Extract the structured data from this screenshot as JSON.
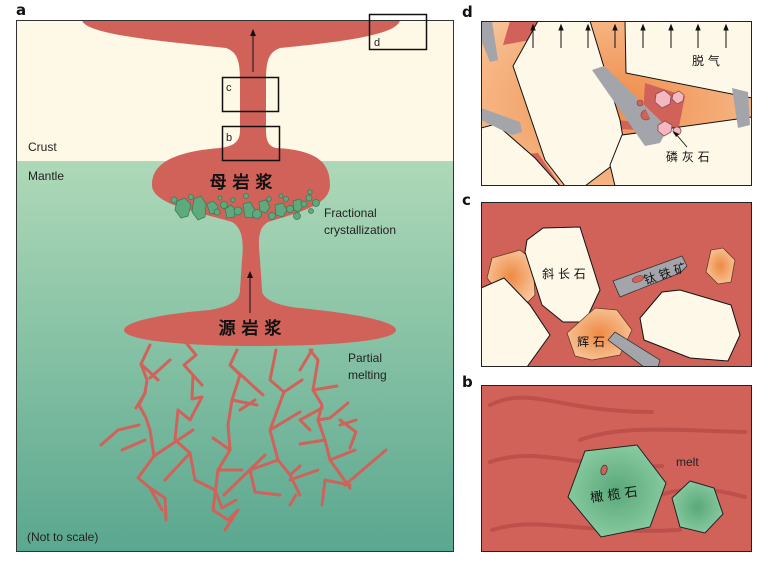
{
  "panels": {
    "a": {
      "letter": "a",
      "layers": {
        "crust": "Crust",
        "mantle": "Mantle"
      },
      "parent_magma": "母 岩 浆",
      "source_magma": "源 岩 浆",
      "process_fractional": [
        "Fractional",
        "crystallization"
      ],
      "process_partial": [
        "Partial",
        "melting"
      ],
      "note": "(Not to scale)",
      "inset_boxes": {
        "b": "b",
        "c": "c",
        "d": "d"
      }
    },
    "b": {
      "letter": "b",
      "melt_label": "melt",
      "olivine_label": "橄 榄 石"
    },
    "c": {
      "letter": "c",
      "plagioclase_label": "斜 长 石",
      "ilmenite_label": "钛 铁 矿",
      "pyroxene_label": "辉 石"
    },
    "d": {
      "letter": "d",
      "degassing_label": "脱 气",
      "apatite_label": "磷 灰 石"
    }
  },
  "colors": {
    "crust": "#fef8e6",
    "mantle_top": "#aed9b8",
    "mantle_bottom": "#5aa78f",
    "magma": "#d0625a",
    "magma_dark": "#b84c47",
    "crystal_green": "#5faa7c",
    "plagioclase": "#fdf8e8",
    "pyroxene": "#f0a066",
    "ilmenite": "#a3a5aa",
    "apatite": "#f3b8c0"
  }
}
